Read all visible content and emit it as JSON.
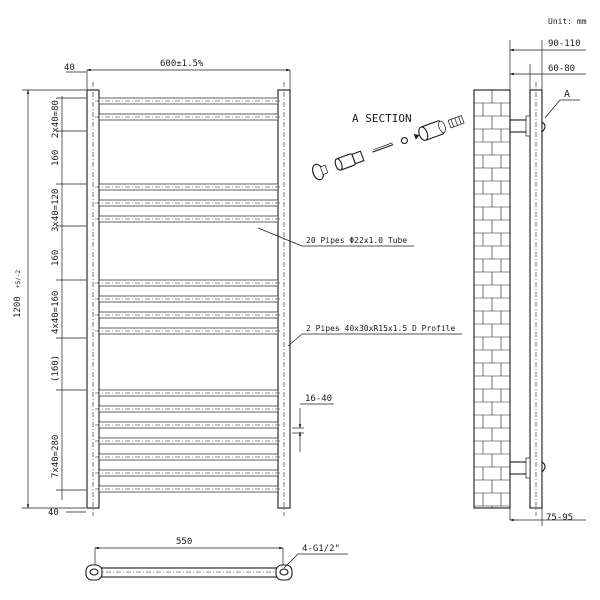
{
  "unit_label": "Unit: mm",
  "section_title": "A SECTION",
  "callout_a": "A",
  "dims": {
    "width": "600±1.5%",
    "height_main": "1200",
    "height_tol": "+5/-2",
    "top_offset": "40",
    "bottom_offset": "40",
    "group1": "2x40=80",
    "gap1": "160",
    "group2": "3x40=120",
    "gap2": "160",
    "group3": "4x40=160",
    "gap3": "(160)",
    "group4": "7x40=280",
    "tube_gap": "16-40",
    "side_total": "90-110",
    "side_offset": "60-80",
    "side_bottom": "75-95",
    "bottom_width": "550"
  },
  "labels": {
    "tubes": "20 Pipes Φ22x1.0 Tube",
    "profile": "2 Pipes 40x30xR15x1.5 D Profile",
    "connections": "4-G1/2\""
  }
}
